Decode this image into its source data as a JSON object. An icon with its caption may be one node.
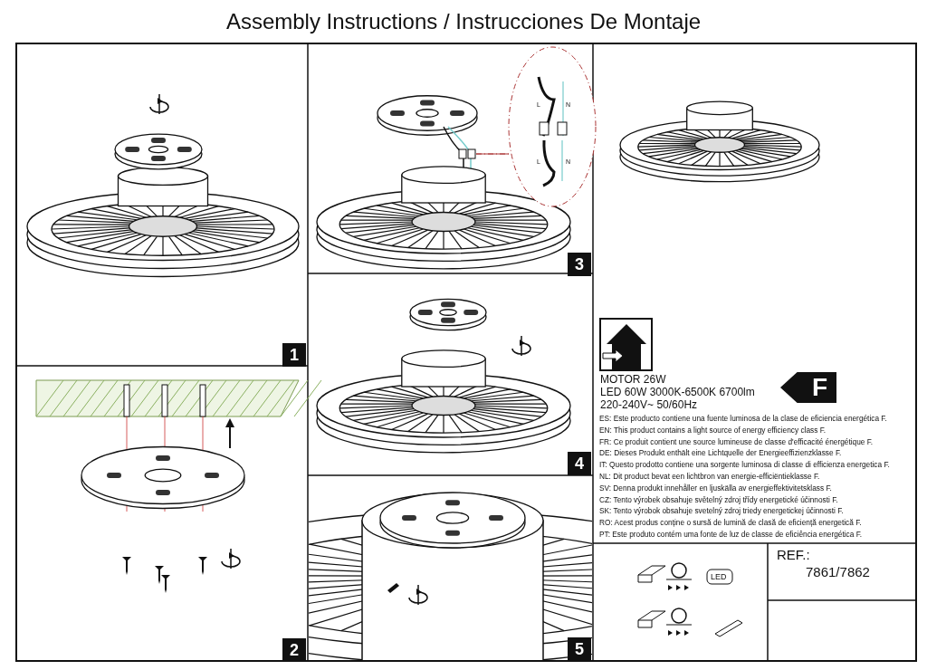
{
  "diagram": {
    "title": "Assembly Instructions / Instrucciones De Montaje",
    "labels": [
      "1",
      "2",
      "L",
      "N",
      "L",
      "N",
      "3",
      "4",
      "5",
      "MOTOR 26W",
      "LED 60W 3000K-6500K 6700lm",
      "220-240V~ 50/60Hz",
      "F",
      "ES: Este producto contiene una fuente luminosa de la clase de eficiencia energética F.",
      "EN: This product contains a light source of energy efficiency class F.",
      "FR: Ce produit contient une source lumineuse de classe d'efficacité énergétique F.",
      "DE: Dieses Produkt enthält eine Lichtquelle der Energieeffizienzklasse F.",
      "IT: Questo prodotto contiene una sorgente luminosa di classe di efficienza energetica F.",
      "NL: Dit product bevat een lichtbron van energie-efficiëntieklasse F.",
      "SV: Denna produkt innehåller en ljuskälla av energieffektivitetsklass F.",
      "CZ: Tento výrobek obsahuje světelný zdroj třídy energetické účinnosti F.",
      "SK: Tento výrobok obsahuje svetelný zdroj triedy energetickej účinnosti F.",
      "RO: Acest produs conține o sursă de lumină de clasă de eficiență energetică F.",
      "PT: Este produto contém uma fonte de luz de classe de eficiência energética F.",
      "LED",
      "REF.:",
      "7861/7862"
    ]
  }
}
